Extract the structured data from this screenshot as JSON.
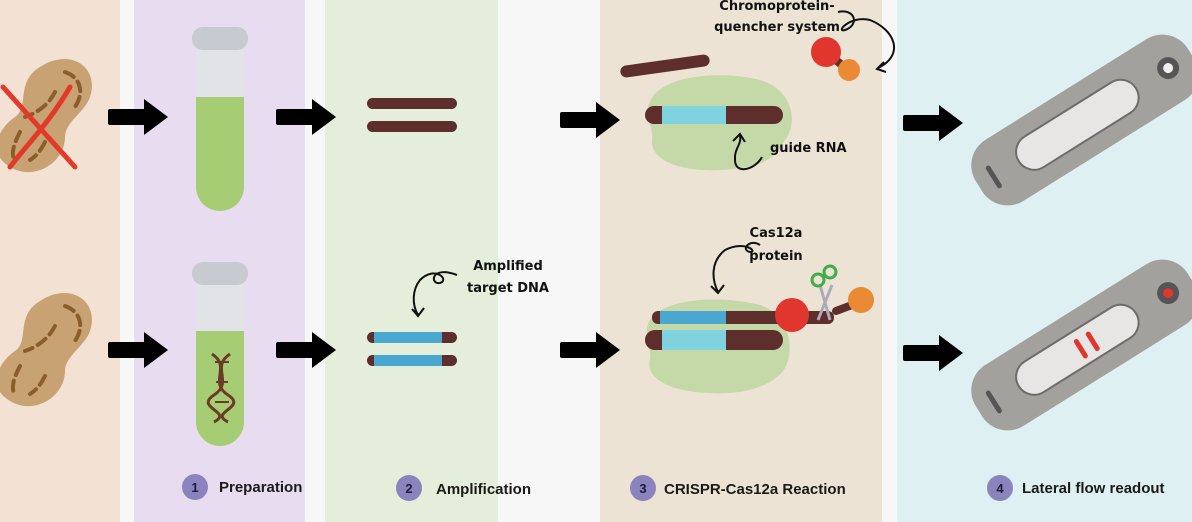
{
  "steps": [
    {
      "number": "1",
      "label": "Preparation"
    },
    {
      "number": "2",
      "label": "Amplification"
    },
    {
      "number": "3",
      "label": "CRISPR-Cas12a Reaction"
    },
    {
      "number": "4",
      "label": "Lateral flow readout"
    }
  ],
  "annotations": {
    "chromoprotein_line1": "Chromoprotein-",
    "chromoprotein_line2": "quencher system",
    "guide_rna": "guide RNA",
    "cas12a_line1": "Cas12a",
    "cas12a_line2": "protein",
    "amplified_line1": "Amplified",
    "amplified_line2": "target DNA"
  },
  "colors": {
    "sample_panel": "#f3e1d3",
    "preparation_panel": "#e8ddf0",
    "amplification_panel": "#e5eedb",
    "reaction_panel": "#ede3d5",
    "readout_panel": "#dff0f2",
    "step_badge": "#8b83bd",
    "dna_brown": "#5e2e2c",
    "target_blue": "#4aa8d0",
    "guide_cyan": "#7fd3de",
    "cas_green": "#c4d8a8",
    "chromoprotein_red": "#e0362e",
    "quencher_orange": "#ea8a35",
    "test_line_red": "#e0362e"
  },
  "icons": [
    "peanut-crossed-icon",
    "peanut-icon",
    "test-tube-icon",
    "dna-helix-icon",
    "arrow-right-icon",
    "scissors-icon",
    "lateral-flow-strip-icon"
  ]
}
